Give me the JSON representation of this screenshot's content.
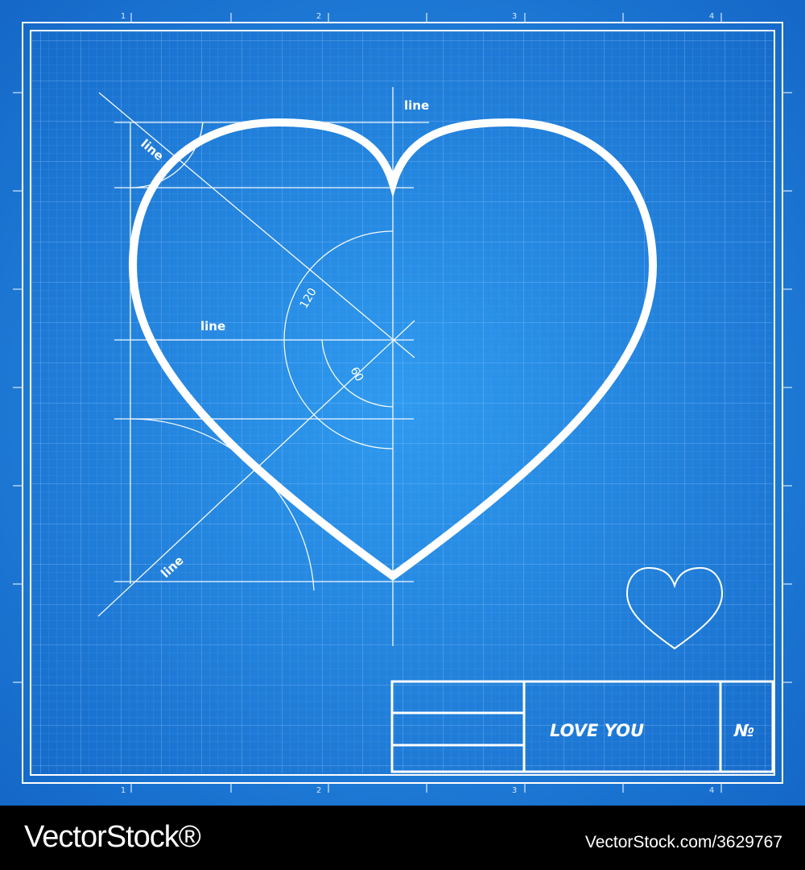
{
  "blueprint": {
    "colors": {
      "background_center": "#2f9bf0",
      "background_edge": "#1466c6",
      "grid_minor": "#66adf0",
      "grid_major": "#8ec5f7",
      "line": "#ffffff"
    },
    "ruler": {
      "top_marks": [
        "1",
        "2",
        "3",
        "4"
      ],
      "bottom_marks": [
        "1",
        "2",
        "3",
        "4"
      ]
    },
    "construction_labels": {
      "top": "line",
      "diagonal_upper": "line",
      "middle": "line",
      "diagonal_lower": "line"
    },
    "angles": {
      "outer": "120",
      "inner": "60"
    },
    "title_block": {
      "title": "LOVE YOU",
      "number_label": "№"
    }
  },
  "footer": {
    "brand": "VectorStock®",
    "image_id": "VectorStock.com/3629767"
  }
}
